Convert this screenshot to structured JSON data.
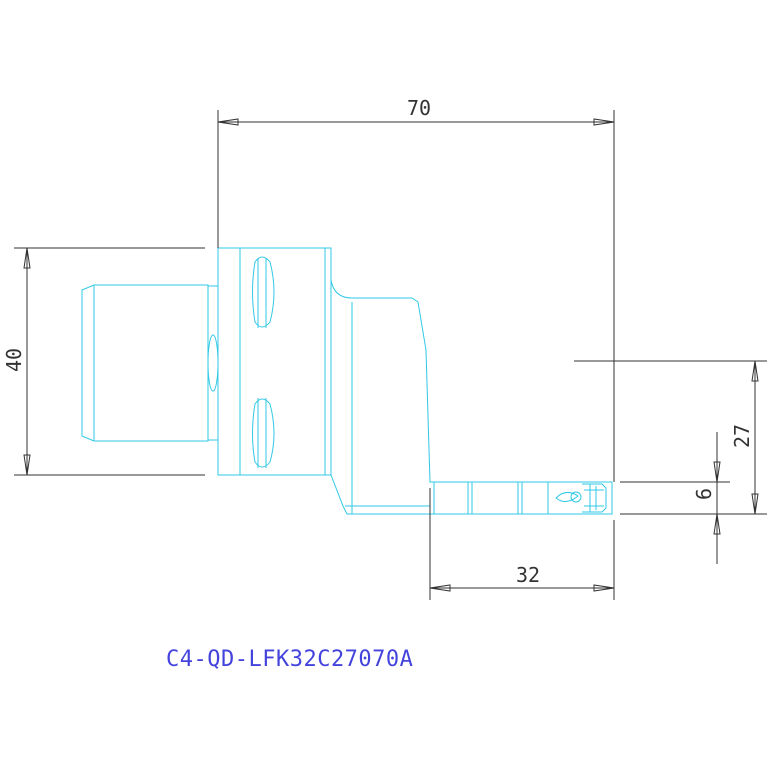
{
  "drawing": {
    "part_number": "C4-QD-LFK32C27070A",
    "dimensions": {
      "overall_length": "70",
      "shank_height": "40",
      "head_height": "27",
      "tip_height": "6",
      "head_length": "32"
    }
  },
  "colors": {
    "outline": "#33c8e6",
    "dimension": "#333333",
    "label": "#4444dd",
    "background": "#ffffff"
  }
}
